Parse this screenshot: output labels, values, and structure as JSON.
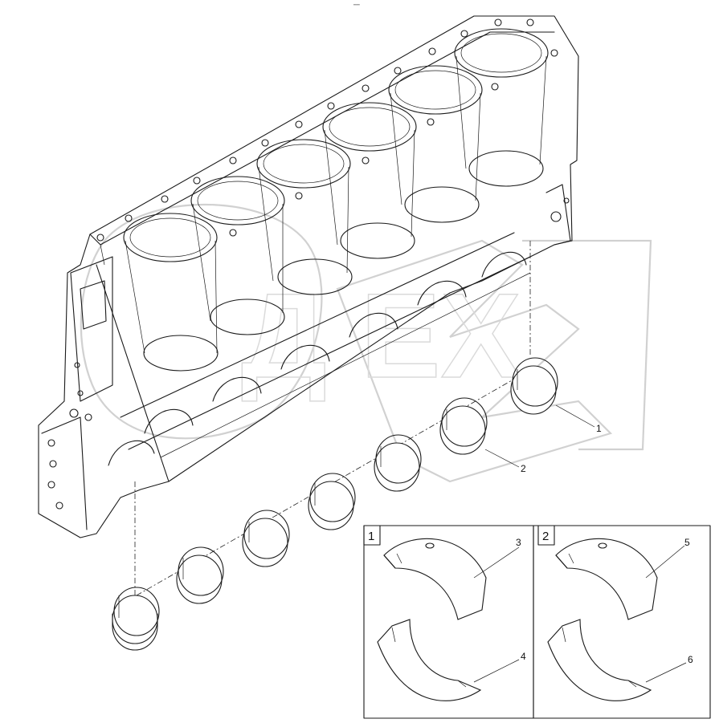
{
  "header_mark": "▔▔",
  "watermark": "Д ЕХ",
  "callouts": [
    "1",
    "2",
    "3",
    "4",
    "5",
    "6"
  ],
  "detail_boxes": [
    {
      "label": "1",
      "upper_callout": "3",
      "lower_callout": "4"
    },
    {
      "label": "2",
      "upper_callout": "5",
      "lower_callout": "6"
    }
  ]
}
